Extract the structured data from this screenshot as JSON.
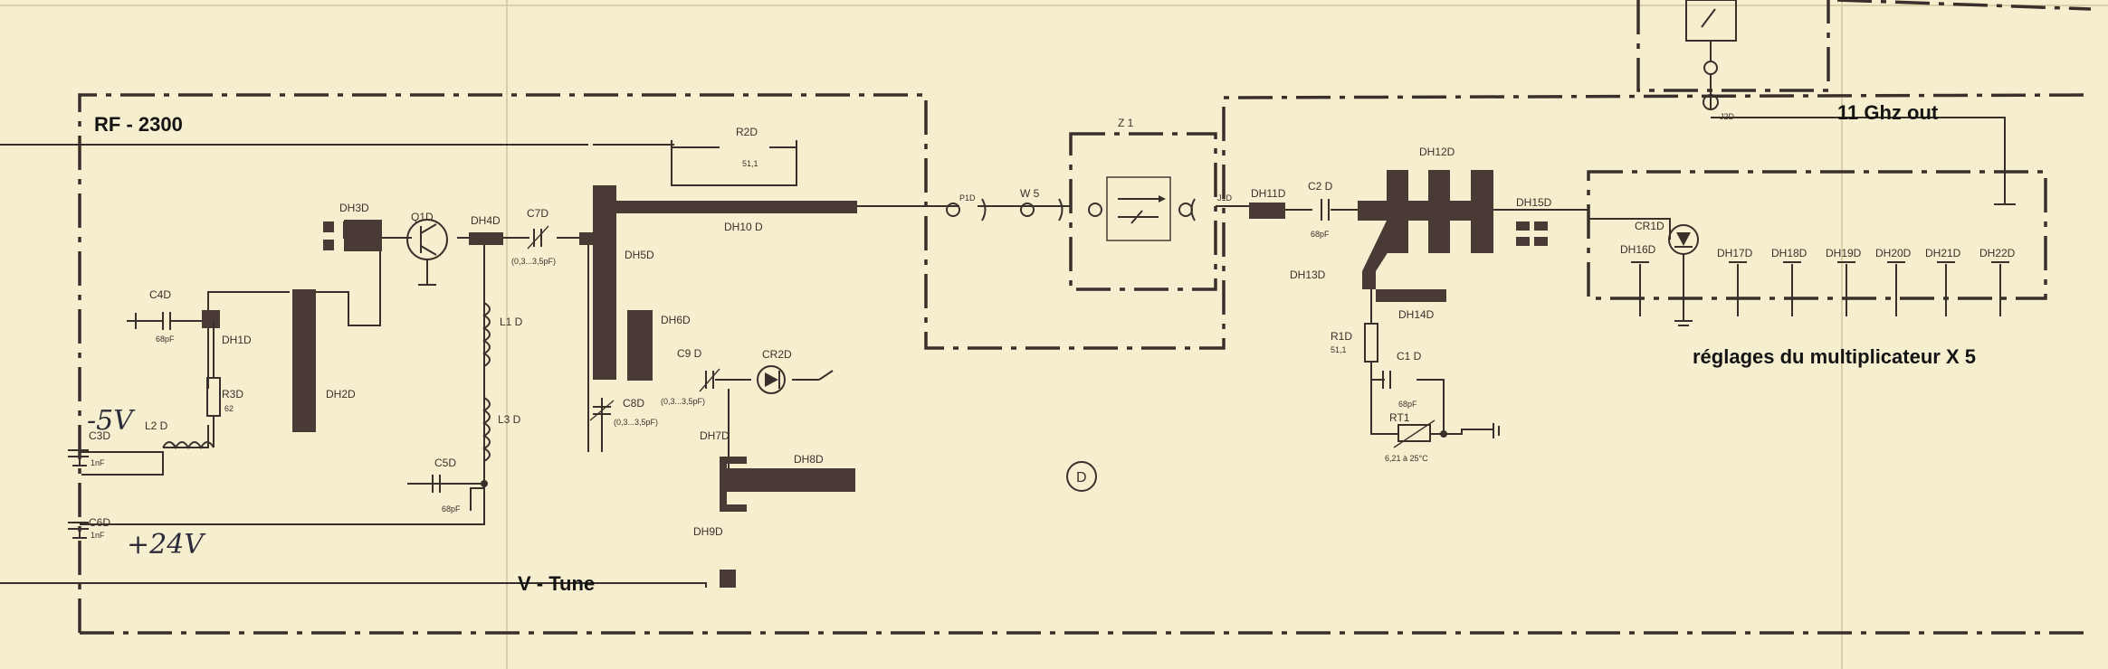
{
  "annotations": {
    "rf_title": "RF - 2300",
    "out_label": "11 Ghz out",
    "adjust_label": "réglages du multiplicateur X 5",
    "vtune_label": "V - Tune",
    "hand_5v": "-5V",
    "hand_24v": "+24V",
    "section_mark": "D"
  },
  "components": {
    "dh1": "DH1D",
    "dh2": "DH2D",
    "dh3": "DH3D",
    "dh4": "DH4D",
    "dh5": "DH5D",
    "dh6": "DH6D",
    "dh7": "DH7D",
    "dh8": "DH8D",
    "dh9": "DH9D",
    "dh10": "DH10 D",
    "dh11": "DH11D",
    "dh12": "DH12D",
    "dh13": "DH13D",
    "dh14": "DH14D",
    "dh15": "DH15D",
    "dh16": "DH16D",
    "dh17": "DH17D",
    "dh18": "DH18D",
    "dh19": "DH19D",
    "dh20": "DH20D",
    "dh21": "DH21D",
    "dh22": "DH22D",
    "q1": "Q1D",
    "c1": "C1 D",
    "c1_val": "68pF",
    "c2": "C2 D",
    "c2_val": "68pF",
    "c3": "C3D",
    "c3_val": "1nF",
    "c4": "C4D",
    "c4_val": "68pF",
    "c5": "C5D",
    "c5_val": "68pF",
    "c6": "C6D",
    "c6_val": "1nF",
    "c7": "C7D",
    "c7_val": "(0,3...3,5pF)",
    "c8": "C8D",
    "c8_val": "(0,3...3,5pF)",
    "c9": "C9 D",
    "c9_val": "(0,3...3,5pF)",
    "r1": "R1D",
    "r1_val": "51,1",
    "r2": "R2D",
    "r2_val": "51,1",
    "r3": "R3D",
    "r3_val": "62",
    "l1": "L1 D",
    "l2": "L2 D",
    "l3": "L3 D",
    "cr1": "CR1D",
    "cr2": "CR2D",
    "rt1": "RT1",
    "rt1_val": "6,21   à 25°C",
    "z1": "Z 1",
    "w5": "W 5",
    "p1": "P1D",
    "j1": "J1D",
    "j2": "J2D"
  }
}
